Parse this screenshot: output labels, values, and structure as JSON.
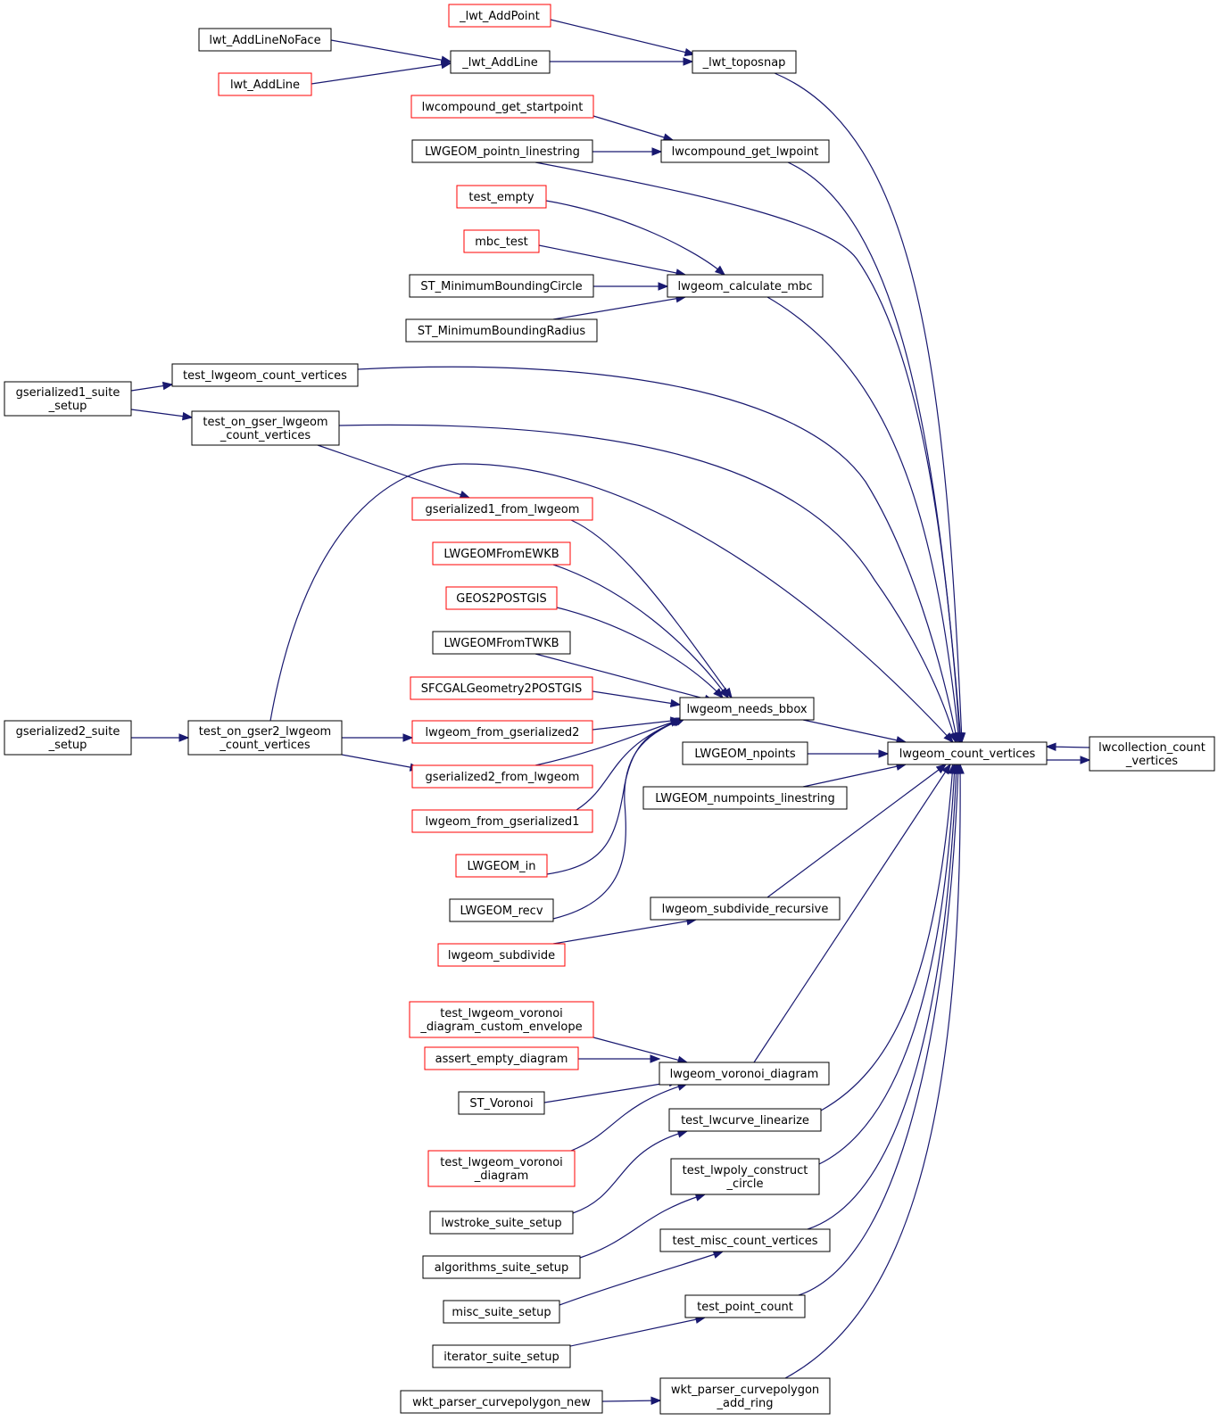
{
  "colors": {
    "edge": "#191970",
    "border_default": "#000000",
    "border_truncated": "#ff0000",
    "focus_fill": "#bfbfbf",
    "background": "#ffffff"
  },
  "nodes": {
    "lwt_AddPoint": {
      "lines": [
        "_lwt_AddPoint"
      ],
      "truncated": true
    },
    "lwt_AddLineNoFace": {
      "lines": [
        "lwt_AddLineNoFace"
      ],
      "truncated": false
    },
    "lwt_AddLine_u": {
      "lines": [
        "_lwt_AddLine"
      ],
      "truncated": false
    },
    "lwt_AddLine": {
      "lines": [
        "lwt_AddLine"
      ],
      "truncated": true
    },
    "lwt_toposnap": {
      "lines": [
        "_lwt_toposnap"
      ],
      "truncated": false
    },
    "lwcompound_get_startpoint": {
      "lines": [
        "lwcompound_get_startpoint"
      ],
      "truncated": true
    },
    "LWGEOM_pointn_linestring": {
      "lines": [
        "LWGEOM_pointn_linestring"
      ],
      "truncated": false
    },
    "lwcompound_get_lwpoint": {
      "lines": [
        "lwcompound_get_lwpoint"
      ],
      "truncated": false
    },
    "test_empty": {
      "lines": [
        "test_empty"
      ],
      "truncated": true
    },
    "mbc_test": {
      "lines": [
        "mbc_test"
      ],
      "truncated": true
    },
    "ST_MinimumBoundingCircle": {
      "lines": [
        "ST_MinimumBoundingCircle"
      ],
      "truncated": false
    },
    "ST_MinimumBoundingRadius": {
      "lines": [
        "ST_MinimumBoundingRadius"
      ],
      "truncated": false
    },
    "lwgeom_calculate_mbc": {
      "lines": [
        "lwgeom_calculate_mbc"
      ],
      "truncated": false
    },
    "gserialized1_suite_setup": {
      "lines": [
        "gserialized1_suite",
        "_setup"
      ],
      "truncated": false
    },
    "test_lwgeom_count_vertices": {
      "lines": [
        "test_lwgeom_count_vertices"
      ],
      "truncated": false
    },
    "test_on_gser_lwgeom_count_vertices": {
      "lines": [
        "test_on_gser_lwgeom",
        "_count_vertices"
      ],
      "truncated": false
    },
    "gserialized1_from_lwgeom": {
      "lines": [
        "gserialized1_from_lwgeom"
      ],
      "truncated": true
    },
    "LWGEOMFromEWKB": {
      "lines": [
        "LWGEOMFromEWKB"
      ],
      "truncated": true
    },
    "GEOS2POSTGIS": {
      "lines": [
        "GEOS2POSTGIS"
      ],
      "truncated": true
    },
    "LWGEOMFromTWKB": {
      "lines": [
        "LWGEOMFromTWKB"
      ],
      "truncated": false
    },
    "SFCGALGeometry2POSTGIS": {
      "lines": [
        "SFCGALGeometry2POSTGIS"
      ],
      "truncated": true
    },
    "gserialized2_suite_setup": {
      "lines": [
        "gserialized2_suite",
        "_setup"
      ],
      "truncated": false
    },
    "test_on_gser2_lwgeom_count_vertices": {
      "lines": [
        "test_on_gser2_lwgeom",
        "_count_vertices"
      ],
      "truncated": false
    },
    "lwgeom_from_gserialized2": {
      "lines": [
        "lwgeom_from_gserialized2"
      ],
      "truncated": true
    },
    "gserialized2_from_lwgeom": {
      "lines": [
        "gserialized2_from_lwgeom"
      ],
      "truncated": true
    },
    "lwgeom_from_gserialized1": {
      "lines": [
        "lwgeom_from_gserialized1"
      ],
      "truncated": true
    },
    "LWGEOM_in": {
      "lines": [
        "LWGEOM_in"
      ],
      "truncated": true
    },
    "LWGEOM_recv": {
      "lines": [
        "LWGEOM_recv"
      ],
      "truncated": false
    },
    "lwgeom_needs_bbox": {
      "lines": [
        "lwgeom_needs_bbox"
      ],
      "truncated": false
    },
    "LWGEOM_npoints": {
      "lines": [
        "LWGEOM_npoints"
      ],
      "truncated": false
    },
    "LWGEOM_numpoints_linestring": {
      "lines": [
        "LWGEOM_numpoints_linestring"
      ],
      "truncated": false
    },
    "lwgeom_count_vertices": {
      "lines": [
        "lwgeom_count_vertices"
      ],
      "truncated": false
    },
    "lwcollection_count_vertices": {
      "lines": [
        "lwcollection_count",
        "_vertices"
      ],
      "truncated": false,
      "focus": true
    },
    "lwgeom_subdivide_recursive": {
      "lines": [
        "lwgeom_subdivide_recursive"
      ],
      "truncated": false
    },
    "lwgeom_subdivide": {
      "lines": [
        "lwgeom_subdivide"
      ],
      "truncated": true
    },
    "test_lwgeom_voronoi_diagram_custom_envelope": {
      "lines": [
        "test_lwgeom_voronoi",
        "_diagram_custom_envelope"
      ],
      "truncated": true
    },
    "assert_empty_diagram": {
      "lines": [
        "assert_empty_diagram"
      ],
      "truncated": true
    },
    "ST_Voronoi": {
      "lines": [
        "ST_Voronoi"
      ],
      "truncated": false
    },
    "test_lwgeom_voronoi_diagram": {
      "lines": [
        "test_lwgeom_voronoi",
        "_diagram"
      ],
      "truncated": true
    },
    "lwgeom_voronoi_diagram": {
      "lines": [
        "lwgeom_voronoi_diagram"
      ],
      "truncated": false
    },
    "test_lwcurve_linearize": {
      "lines": [
        "test_lwcurve_linearize"
      ],
      "truncated": false
    },
    "lwstroke_suite_setup": {
      "lines": [
        "lwstroke_suite_setup"
      ],
      "truncated": false
    },
    "test_lwpoly_construct_circle": {
      "lines": [
        "test_lwpoly_construct",
        "_circle"
      ],
      "truncated": false
    },
    "algorithms_suite_setup": {
      "lines": [
        "algorithms_suite_setup"
      ],
      "truncated": false
    },
    "test_misc_count_vertices": {
      "lines": [
        "test_misc_count_vertices"
      ],
      "truncated": false
    },
    "misc_suite_setup": {
      "lines": [
        "misc_suite_setup"
      ],
      "truncated": false
    },
    "test_point_count": {
      "lines": [
        "test_point_count"
      ],
      "truncated": false
    },
    "iterator_suite_setup": {
      "lines": [
        "iterator_suite_setup"
      ],
      "truncated": false
    },
    "wkt_parser_curvepolygon_new": {
      "lines": [
        "wkt_parser_curvepolygon_new"
      ],
      "truncated": false
    },
    "wkt_parser_curvepolygon_add_ring": {
      "lines": [
        "wkt_parser_curvepolygon",
        "_add_ring"
      ],
      "truncated": false
    }
  },
  "edges": [
    [
      "lwt_AddPoint",
      "lwt_toposnap"
    ],
    [
      "lwt_AddLineNoFace",
      "lwt_AddLine_u"
    ],
    [
      "lwt_AddLine",
      "lwt_AddLine_u"
    ],
    [
      "lwt_AddLine_u",
      "lwt_toposnap"
    ],
    [
      "lwt_toposnap",
      "lwgeom_count_vertices"
    ],
    [
      "lwcompound_get_startpoint",
      "lwcompound_get_lwpoint"
    ],
    [
      "LWGEOM_pointn_linestring",
      "lwcompound_get_lwpoint"
    ],
    [
      "LWGEOM_pointn_linestring",
      "lwgeom_count_vertices"
    ],
    [
      "lwcompound_get_lwpoint",
      "lwgeom_count_vertices"
    ],
    [
      "test_empty",
      "lwgeom_calculate_mbc"
    ],
    [
      "mbc_test",
      "lwgeom_calculate_mbc"
    ],
    [
      "ST_MinimumBoundingCircle",
      "lwgeom_calculate_mbc"
    ],
    [
      "ST_MinimumBoundingRadius",
      "lwgeom_calculate_mbc"
    ],
    [
      "lwgeom_calculate_mbc",
      "lwgeom_count_vertices"
    ],
    [
      "gserialized1_suite_setup",
      "test_lwgeom_count_vertices"
    ],
    [
      "gserialized1_suite_setup",
      "test_on_gser_lwgeom_count_vertices"
    ],
    [
      "test_lwgeom_count_vertices",
      "lwgeom_count_vertices"
    ],
    [
      "test_on_gser_lwgeom_count_vertices",
      "lwgeom_count_vertices"
    ],
    [
      "test_on_gser_lwgeom_count_vertices",
      "gserialized1_from_lwgeom"
    ],
    [
      "test_on_gser2_lwgeom_count_vertices",
      "lwgeom_count_vertices"
    ],
    [
      "gserialized2_suite_setup",
      "test_on_gser2_lwgeom_count_vertices"
    ],
    [
      "test_on_gser2_lwgeom_count_vertices",
      "lwgeom_from_gserialized2"
    ],
    [
      "test_on_gser2_lwgeom_count_vertices",
      "gserialized2_from_lwgeom"
    ],
    [
      "gserialized1_from_lwgeom",
      "lwgeom_needs_bbox"
    ],
    [
      "LWGEOMFromEWKB",
      "lwgeom_needs_bbox"
    ],
    [
      "GEOS2POSTGIS",
      "lwgeom_needs_bbox"
    ],
    [
      "LWGEOMFromTWKB",
      "lwgeom_needs_bbox"
    ],
    [
      "SFCGALGeometry2POSTGIS",
      "lwgeom_needs_bbox"
    ],
    [
      "lwgeom_from_gserialized2",
      "lwgeom_needs_bbox"
    ],
    [
      "gserialized2_from_lwgeom",
      "lwgeom_needs_bbox"
    ],
    [
      "lwgeom_from_gserialized1",
      "lwgeom_needs_bbox"
    ],
    [
      "LWGEOM_in",
      "lwgeom_needs_bbox"
    ],
    [
      "LWGEOM_recv",
      "lwgeom_needs_bbox"
    ],
    [
      "lwgeom_needs_bbox",
      "lwgeom_count_vertices"
    ],
    [
      "LWGEOM_npoints",
      "lwgeom_count_vertices"
    ],
    [
      "LWGEOM_numpoints_linestring",
      "lwgeom_count_vertices"
    ],
    [
      "lwgeom_count_vertices",
      "lwcollection_count_vertices"
    ],
    [
      "lwcollection_count_vertices",
      "lwgeom_count_vertices"
    ],
    [
      "lwgeom_subdivide_recursive",
      "lwgeom_count_vertices"
    ],
    [
      "lwgeom_subdivide",
      "lwgeom_subdivide_recursive"
    ],
    [
      "test_lwgeom_voronoi_diagram_custom_envelope",
      "lwgeom_voronoi_diagram"
    ],
    [
      "assert_empty_diagram",
      "lwgeom_voronoi_diagram"
    ],
    [
      "ST_Voronoi",
      "lwgeom_voronoi_diagram"
    ],
    [
      "test_lwgeom_voronoi_diagram",
      "lwgeom_voronoi_diagram"
    ],
    [
      "lwgeom_voronoi_diagram",
      "lwgeom_count_vertices"
    ],
    [
      "test_lwcurve_linearize",
      "lwgeom_count_vertices"
    ],
    [
      "lwstroke_suite_setup",
      "test_lwcurve_linearize"
    ],
    [
      "test_lwpoly_construct_circle",
      "lwgeom_count_vertices"
    ],
    [
      "algorithms_suite_setup",
      "test_lwpoly_construct_circle"
    ],
    [
      "test_misc_count_vertices",
      "lwgeom_count_vertices"
    ],
    [
      "misc_suite_setup",
      "test_misc_count_vertices"
    ],
    [
      "test_point_count",
      "lwgeom_count_vertices"
    ],
    [
      "iterator_suite_setup",
      "test_point_count"
    ],
    [
      "wkt_parser_curvepolygon_new",
      "wkt_parser_curvepolygon_add_ring"
    ],
    [
      "wkt_parser_curvepolygon_add_ring",
      "lwgeom_count_vertices"
    ]
  ]
}
